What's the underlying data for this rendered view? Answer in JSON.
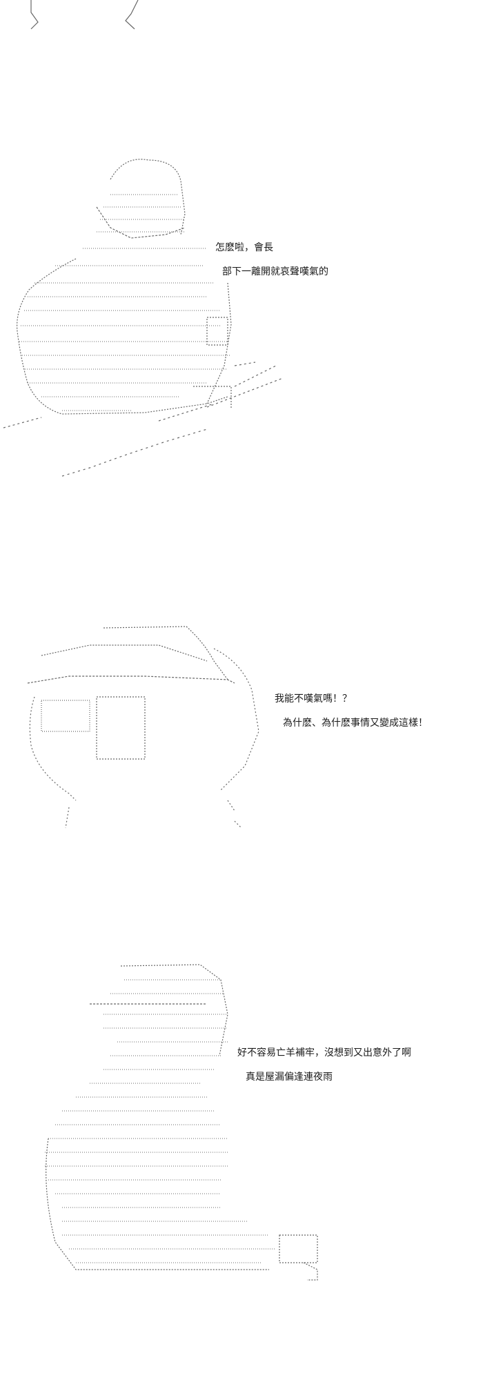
{
  "panels": [
    {
      "lines": [
        "怎麽啦，會長",
        "部下一離開就哀聲嘆氣的"
      ]
    },
    {
      "lines": [
        "我能不嘆氣嗎！？",
        "為什麽、為什麽事情又變成這樣！"
      ]
    },
    {
      "lines": [
        "好不容易亡羊補牢，沒想到又出意外了啊",
        "真是屋漏偏逢連夜雨"
      ]
    }
  ]
}
